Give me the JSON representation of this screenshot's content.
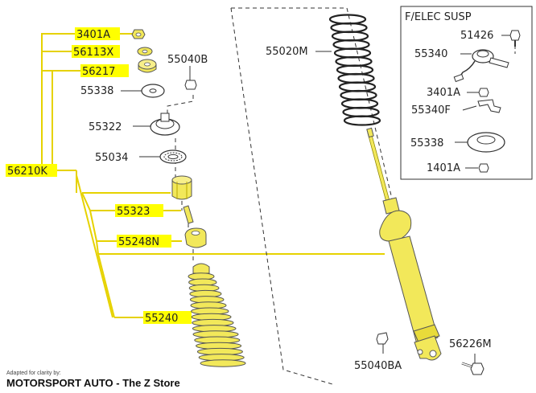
{
  "diagram": {
    "highlight_color": "#ffff00",
    "line_color": "#e6d200",
    "part_fill": "#f2e85a",
    "labels": {
      "p3401A": "3401A",
      "p56113X": "56113X",
      "p56217": "56217",
      "p55338": "55338",
      "p55040B": "55040B",
      "p55322": "55322",
      "p55034": "55034",
      "p56210K": "56210K",
      "p55323": "55323",
      "p55248N": "55248N",
      "p55240": "55240",
      "p55020M": "55020M",
      "p55040BA": "55040BA",
      "p56226M": "56226M"
    },
    "inset": {
      "title": "F/ELEC SUSP",
      "labels": {
        "p51426": "51426",
        "p55340": "55340",
        "p3401A": "3401A",
        "p55340F": "55340F",
        "p55338": "55338",
        "p1401A": "1401A"
      }
    },
    "footer": {
      "adapted": "Adapted for clarity by:",
      "brand": "MOTORSPORT AUTO - The Z Store"
    }
  }
}
